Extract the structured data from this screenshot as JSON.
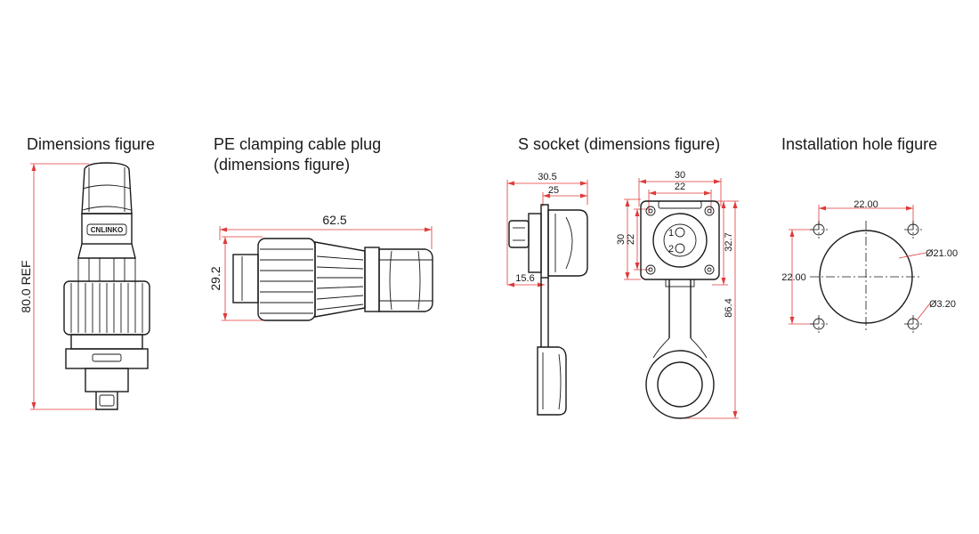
{
  "titles": {
    "dimensions": "Dimensions figure",
    "plug_line1": "PE clamping cable plug",
    "plug_line2": "(dimensions figure)",
    "socket": "S socket (dimensions figure)",
    "hole": "Installation hole figure"
  },
  "dims": {
    "overall_length": "80.0 REF",
    "plug_length": "62.5",
    "plug_diameter": "29.2",
    "socket_depth": "30.5",
    "socket_flange_depth": "25",
    "socket_front": "15.6",
    "socket_width_outer": "30",
    "socket_width_inner": "22",
    "socket_height_outer": "30",
    "socket_height_inner": "22",
    "socket_height_total": "32.7",
    "socket_total_with_cap": "86.4",
    "hole_spacing_x": "22.00",
    "hole_spacing_y": "22.00",
    "hole_main_dia": "Ø21.00",
    "hole_screw_dia": "Ø3.20",
    "pin1": "1",
    "pin2": "2",
    "brand": "CNLINKO"
  },
  "colors": {
    "dimension_line": "#e03a3a",
    "outline": "#1a1a1a"
  }
}
